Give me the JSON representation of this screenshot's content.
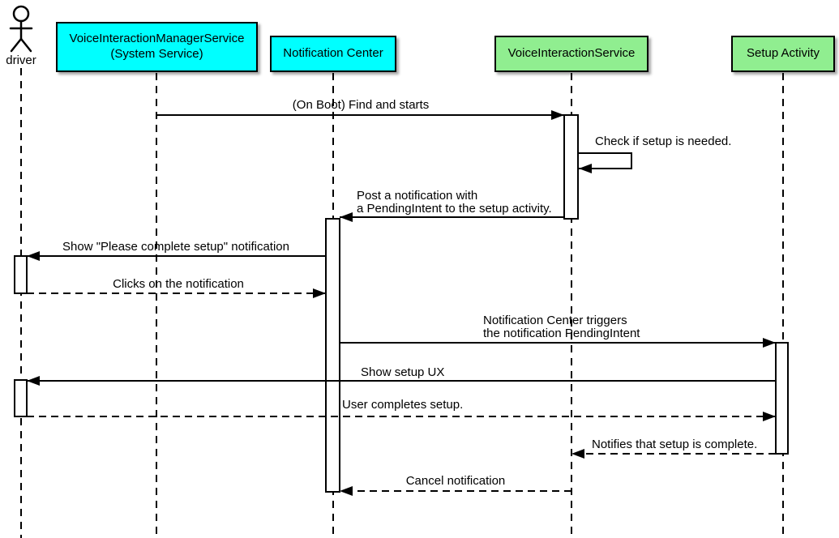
{
  "diagram_type": "uml-sequence-diagram",
  "colors": {
    "participant_cyan": "#00ffff",
    "participant_green": "#90ee90",
    "line": "#000000",
    "background": "#ffffff"
  },
  "participants": [
    {
      "label": "driver",
      "type": "actor"
    },
    {
      "label": "VoiceInteractionManagerService\n(System Service)",
      "type": "participant",
      "fill": "#00ffff"
    },
    {
      "label": "Notification Center",
      "type": "participant",
      "fill": "#00ffff"
    },
    {
      "label": "VoiceInteractionService",
      "type": "participant",
      "fill": "#90ee90"
    },
    {
      "label": "Setup Activity",
      "type": "participant",
      "fill": "#90ee90"
    }
  ],
  "messages": [
    {
      "label": "(On Boot) Find and starts",
      "from": "VoiceInteractionManagerService (System Service)",
      "to": "VoiceInteractionService",
      "line": "solid"
    },
    {
      "label": "Check if setup is needed.",
      "from": "VoiceInteractionService",
      "to": "VoiceInteractionService",
      "line": "solid-self"
    },
    {
      "label": "Post a notification with\na PendingIntent to the setup activity.",
      "from": "VoiceInteractionService",
      "to": "Notification Center",
      "line": "solid"
    },
    {
      "label": "Show \"Please complete setup\" notification",
      "from": "Notification Center",
      "to": "driver",
      "line": "solid"
    },
    {
      "label": "Clicks on the notification",
      "from": "driver",
      "to": "Notification Center",
      "line": "dashed"
    },
    {
      "label": "Notification Center triggers\nthe notification PendingIntent",
      "from": "Notification Center",
      "to": "Setup Activity",
      "line": "solid"
    },
    {
      "label": "Show setup UX",
      "from": "Setup Activity",
      "to": "driver",
      "line": "solid"
    },
    {
      "label": "User completes setup.",
      "from": "driver",
      "to": "Setup Activity",
      "line": "dashed"
    },
    {
      "label": "Notifies that setup is complete.",
      "from": "Setup Activity",
      "to": "VoiceInteractionService",
      "line": "dashed"
    },
    {
      "label": "Cancel notification",
      "from": "VoiceInteractionService",
      "to": "Notification Center",
      "line": "dashed"
    }
  ]
}
